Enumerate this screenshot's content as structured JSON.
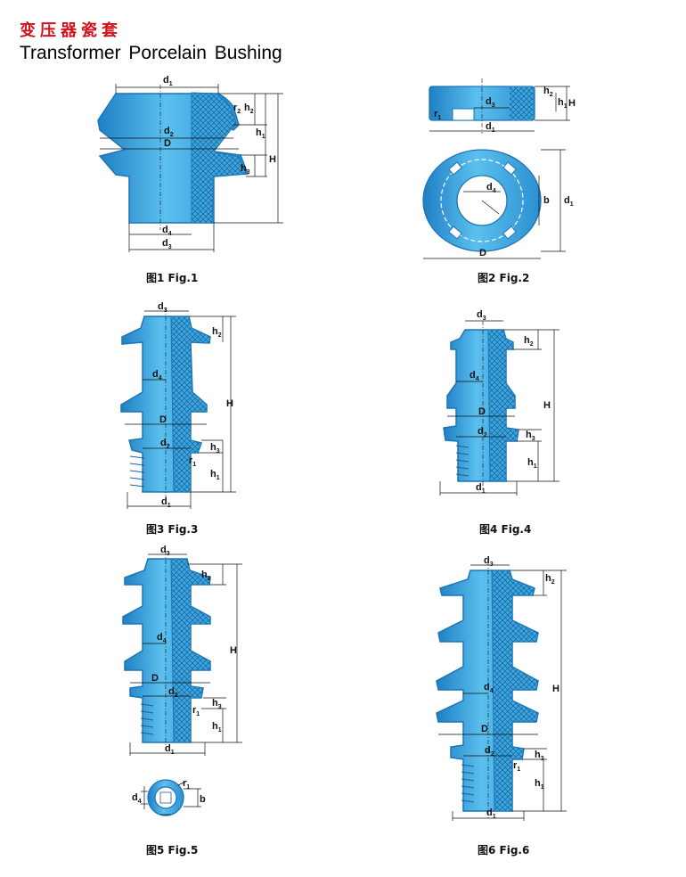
{
  "header": {
    "title_cn": "变压器瓷套",
    "title_en": "Transformer Porcelain Bushing"
  },
  "colors": {
    "porcelain_fill": "#3aa6dd",
    "porcelain_edge": "#1d74b7",
    "hatch": "#1b5f9b",
    "line": "#111111"
  },
  "figures": [
    {
      "id": "fig1",
      "caption": "图1 Fig.1"
    },
    {
      "id": "fig2",
      "caption": "图2 Fig.2"
    },
    {
      "id": "fig3",
      "caption": "图3 Fig.3"
    },
    {
      "id": "fig4",
      "caption": "图4 Fig.4"
    },
    {
      "id": "fig5",
      "caption": "图5 Fig.5"
    },
    {
      "id": "fig6",
      "caption": "图6 Fig.6"
    }
  ],
  "labels": {
    "d": "d",
    "D": "D",
    "H": "H",
    "h": "h",
    "r": "r",
    "b": "b",
    "s1": "1",
    "s2": "2",
    "s3": "3",
    "s4": "4"
  }
}
